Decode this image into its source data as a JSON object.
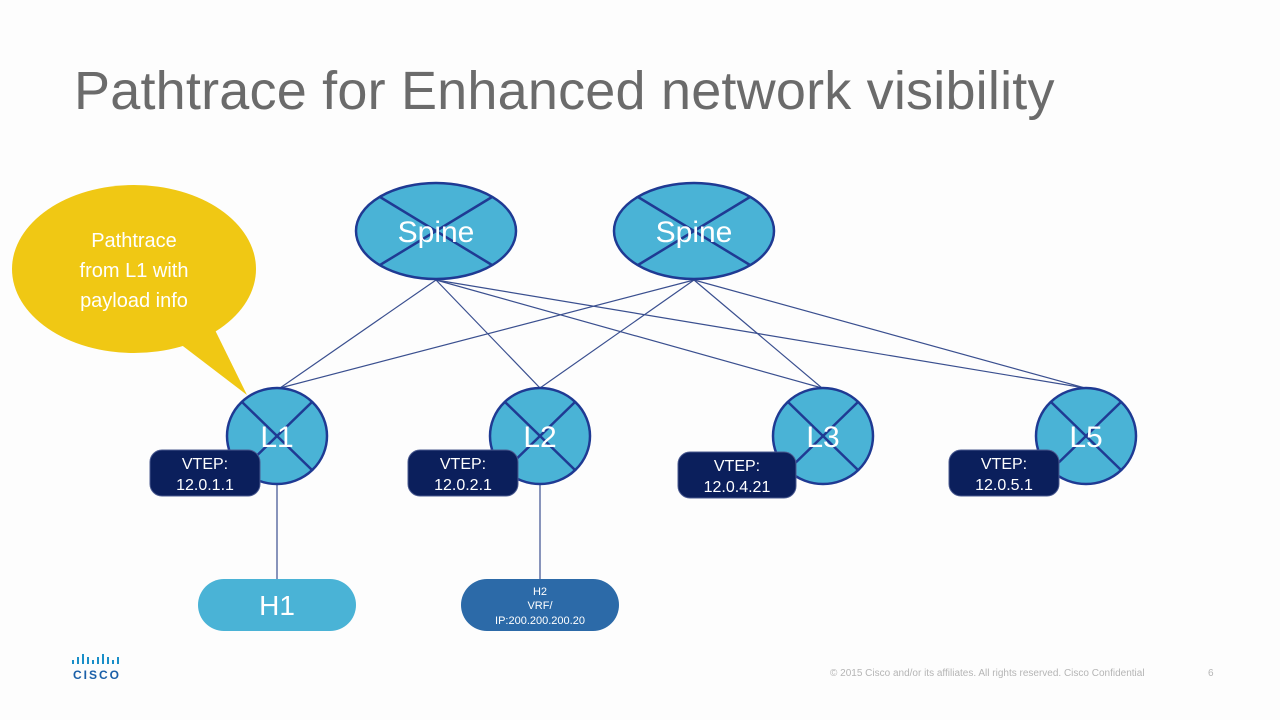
{
  "title": "Pathtrace for Enhanced network visibility",
  "callout": {
    "lines": [
      "Pathtrace",
      "from L1 with",
      "payload info"
    ]
  },
  "spines": [
    {
      "id": "spine1",
      "label": "Spine"
    },
    {
      "id": "spine2",
      "label": "Spine"
    }
  ],
  "leaves": [
    {
      "id": "L1",
      "label": "L1",
      "vtep_line1": "VTEP:",
      "vtep_line2": "12.0.1.1"
    },
    {
      "id": "L2",
      "label": "L2",
      "vtep_line1": "VTEP:",
      "vtep_line2": "12.0.2.1"
    },
    {
      "id": "L3",
      "label": "L3",
      "vtep_line1": "VTEP:",
      "vtep_line2": "12.0.4.21"
    },
    {
      "id": "L5",
      "label": "L5",
      "vtep_line1": "VTEP:",
      "vtep_line2": "12.0.5.1"
    }
  ],
  "hosts": [
    {
      "id": "H1",
      "lines": [
        "H1"
      ]
    },
    {
      "id": "H2",
      "lines": [
        "H2",
        "VRF/",
        "IP:200.200.200.20"
      ]
    }
  ],
  "footer": {
    "copyright": "© 2015  Cisco and/or its affiliates. All rights reserved.   Cisco Confidential",
    "page_number": "6",
    "logo_text": "CISCO"
  },
  "colors": {
    "node_fill": "#4ab3d6",
    "node_stroke": "#1f3a93",
    "vtep_fill": "#0b1f5c",
    "host1_fill": "#4ab3d6",
    "host2_fill": "#2c6aa8",
    "callout_fill": "#f0c814",
    "link_stroke": "#3a4f8f"
  }
}
